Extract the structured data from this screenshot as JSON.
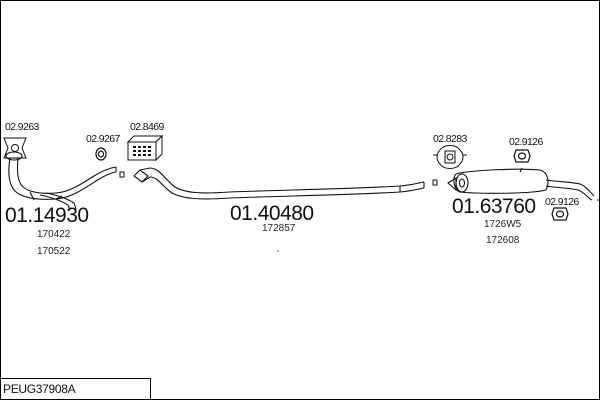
{
  "kit_code": "PEUG37908A",
  "parts": [
    {
      "number": "01.14930",
      "oe": [
        "170422",
        "170522"
      ]
    },
    {
      "number": "01.40480",
      "oe": [
        "172857"
      ]
    },
    {
      "number": "01.63760",
      "oe": [
        "1726W5",
        "172608"
      ]
    }
  ],
  "accessories": [
    "02.9263",
    "02.9267",
    "02.8469",
    "02.8283",
    "02.9126",
    "02.9126"
  ]
}
